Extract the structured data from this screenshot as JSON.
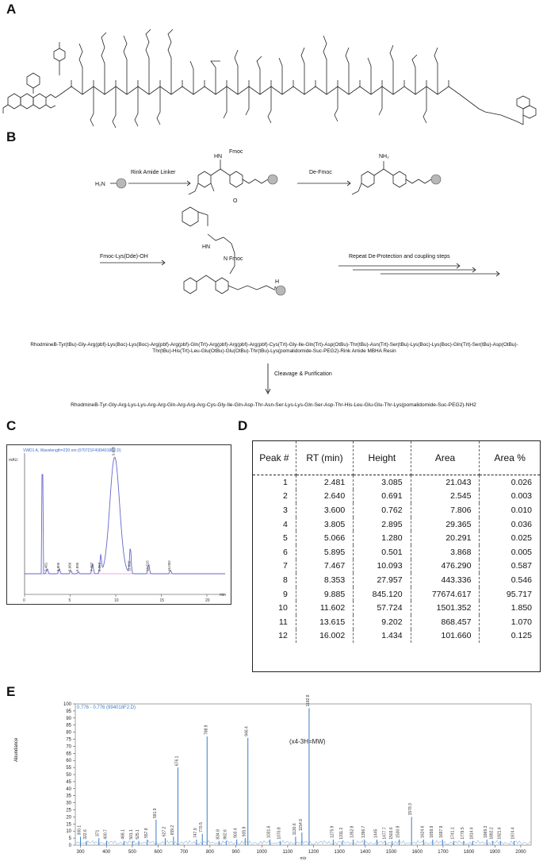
{
  "panels": {
    "a": "A",
    "b": "B",
    "c": "C",
    "d": "D",
    "e": "E"
  },
  "scheme": {
    "h2n": "H₂N",
    "rink_amide_linker": "Rink Amide Linker",
    "fmoc_1": "Fmoc",
    "hn_1": "HN",
    "de_fmoc": "De-Fmoc",
    "nh2": "NH₂",
    "fmoc_lys": "Fmoc-Lys(Dde)-OH",
    "repeat": "Repeat De-Protection and coupling steps",
    "hn_2": "HN",
    "n_fmoc": "N  Fmoc",
    "h": "H",
    "n": "N",
    "o": "O",
    "cleavage": "Cleavage & Purification",
    "protected_sequence": "RhodmineB-Tyr(tBu)-Gly-Arg(pbf)-Lys(Boc)-Lys(Boc)-Arg(pbf)-Arg(pbf)-Gln(Trt)-Arg(pbf)-Arg(pbf)-Arg(pbf)-Cys(Trt)-Gly-Ile-Gln(Trt)-Asp(OtBu)-Thr(tBu)-Asn(Trt)-Ser(tBu)-Lys(Boc)-Lys(Boc)-Gln(Trt)-Ser(tBu)-Asp(OtBu)-Thr(tBu)-His(Trt)-Leu-Glu(OtBu)-Glu(OtBu)-Thr(tBu)-Lys(pomalidomide-Suc-PEG2)-Rink Amide MBHA Resin",
    "final_sequence": "RhodmineB-Tyr-Gly-Arg-Lys-Lys-Arg-Arg-Gln-Arg-Arg-Arg-Cys-Gly-Ile-Gln-Asp-Thr-Asn-Ser-Lys-Lys-Gln-Ser-Asp-Thr-His-Leu-Glu-Glu-Thr-Lys(pomalidomide-Suc-PEG2)-NH2"
  },
  "hplc": {
    "header": "VWD1 A, Wavelength=220 nm (070721F4\\994018F2.D)",
    "yunit": "mAU",
    "xunit": "min",
    "peak_labels": [
      "2.481",
      "3.805",
      "5.066",
      "5.895",
      "7.467",
      "8.353",
      "9.885",
      "11.602",
      "13.615",
      "16.002"
    ]
  },
  "table": {
    "headers": [
      "Peak #",
      "RT (min)",
      "Height",
      "Area",
      "Area %"
    ],
    "rows": [
      [
        "1",
        "2.481",
        "3.085",
        "21.043",
        "0.026"
      ],
      [
        "2",
        "2.640",
        "0.691",
        "2.545",
        "0.003"
      ],
      [
        "3",
        "3.600",
        "0.762",
        "7.806",
        "0.010"
      ],
      [
        "4",
        "3.805",
        "2.895",
        "29.365",
        "0.036"
      ],
      [
        "5",
        "5.066",
        "1.280",
        "20.291",
        "0.025"
      ],
      [
        "6",
        "5.895",
        "0.501",
        "3.868",
        "0.005"
      ],
      [
        "7",
        "7.467",
        "10.093",
        "476.290",
        "0.587"
      ],
      [
        "8",
        "8.353",
        "27.957",
        "443.336",
        "0.546"
      ],
      [
        "9",
        "9.885",
        "845.120",
        "77674.617",
        "95.717"
      ],
      [
        "10",
        "11.602",
        "57.724",
        "1501.352",
        "1.850"
      ],
      [
        "11",
        "13.615",
        "9.202",
        "868.457",
        "1.070"
      ],
      [
        "12",
        "16.002",
        "1.434",
        "101.660",
        "0.125"
      ]
    ]
  },
  "ms": {
    "header": "0.776 - 0.776 (994018F2.D)",
    "ylabel": "Abundance",
    "xlabel": "m/z",
    "annotation": "(x4-3H=MW)",
    "yticks": [
      "0",
      "5",
      "10",
      "15",
      "20",
      "25",
      "30",
      "35",
      "40",
      "45",
      "50",
      "55",
      "60",
      "65",
      "70",
      "75",
      "80",
      "85",
      "90",
      "95",
      "100"
    ],
    "xticks": [
      "300",
      "400",
      "500",
      "600",
      "700",
      "800",
      "900",
      "1000",
      "1100",
      "1200",
      "1300",
      "1400",
      "1500",
      "1600",
      "1700",
      "1800",
      "1900",
      "2000"
    ]
  },
  "chart_data": [
    {
      "type": "line",
      "title": "VWD1 A, Wavelength=220 nm (070721F4\\994018F2.D)",
      "xlabel": "min",
      "ylabel": "mAU",
      "xlim": [
        0,
        22
      ],
      "peaks": [
        {
          "label": "2.481",
          "x": 2.481,
          "height": 3.085
        },
        {
          "label": "3.805",
          "x": 3.805,
          "height": 2.895
        },
        {
          "label": "5.066",
          "x": 5.066,
          "height": 1.28
        },
        {
          "label": "5.895",
          "x": 5.895,
          "height": 0.501
        },
        {
          "label": "7.467",
          "x": 7.467,
          "height": 10.093
        },
        {
          "label": "8.353",
          "x": 8.353,
          "height": 27.957
        },
        {
          "label": "9.885",
          "x": 9.885,
          "height": 845.12
        },
        {
          "label": "11.602",
          "x": 11.602,
          "height": 57.724
        },
        {
          "label": "13.615",
          "x": 13.615,
          "height": 9.202
        },
        {
          "label": "16.002",
          "x": 16.002,
          "height": 1.434
        }
      ]
    },
    {
      "type": "bar",
      "title": "0.776 - 0.776 (994018F2.D)",
      "xlabel": "m/z",
      "ylabel": "Abundance",
      "xlim": [
        280,
        2040
      ],
      "ylim": [
        0,
        100
      ],
      "peaks": [
        {
          "x": 300,
          "y": 6,
          "label": "300.1"
        },
        {
          "x": 322.6,
          "y": 3,
          "label": "322.6"
        },
        {
          "x": 371,
          "y": 5,
          "label": "371"
        },
        {
          "x": 400.7,
          "y": 3,
          "label": "400.7"
        },
        {
          "x": 468.1,
          "y": 3,
          "label": "468.1"
        },
        {
          "x": 501.1,
          "y": 3,
          "label": "501.1"
        },
        {
          "x": 525.1,
          "y": 3,
          "label": "525.1"
        },
        {
          "x": 557.8,
          "y": 4,
          "label": "557.8"
        },
        {
          "x": 591.9,
          "y": 18,
          "label": "591.9"
        },
        {
          "x": 627.2,
          "y": 5,
          "label": "627.2"
        },
        {
          "x": 659.2,
          "y": 6,
          "label": "659.2"
        },
        {
          "x": 676.1,
          "y": 55,
          "label": "676.1"
        },
        {
          "x": 747.9,
          "y": 4,
          "label": "747.9"
        },
        {
          "x": 770.5,
          "y": 8,
          "label": "770.5"
        },
        {
          "x": 788.9,
          "y": 77,
          "label": "788.9"
        },
        {
          "x": 834.8,
          "y": 3,
          "label": "834.8"
        },
        {
          "x": 862.6,
          "y": 3,
          "label": "862.6"
        },
        {
          "x": 903.4,
          "y": 4,
          "label": "903.4"
        },
        {
          "x": 935.9,
          "y": 5,
          "label": "935.9"
        },
        {
          "x": 946.4,
          "y": 76,
          "label": "946.4"
        },
        {
          "x": 1031.6,
          "y": 4,
          "label": "1031.6"
        },
        {
          "x": 1070.8,
          "y": 3,
          "label": "1070.8"
        },
        {
          "x": 1130.6,
          "y": 6,
          "label": "1130.6"
        },
        {
          "x": 1154.9,
          "y": 9,
          "label": "1154.9"
        },
        {
          "x": 1182.8,
          "y": 97,
          "label": "1182.8"
        },
        {
          "x": 1275.9,
          "y": 4,
          "label": "1275.9"
        },
        {
          "x": 1311.2,
          "y": 3,
          "label": "1311.2"
        },
        {
          "x": 1352.8,
          "y": 4,
          "label": "1352.8"
        },
        {
          "x": 1396.7,
          "y": 4,
          "label": "1396.7"
        },
        {
          "x": 1445,
          "y": 4,
          "label": "1445"
        },
        {
          "x": 1477.7,
          "y": 3,
          "label": "1477.7"
        },
        {
          "x": 1503.6,
          "y": 3,
          "label": "1503.6"
        },
        {
          "x": 1530.9,
          "y": 4,
          "label": "1530.9"
        },
        {
          "x": 1578.3,
          "y": 20,
          "label": "1578.3"
        },
        {
          "x": 1624.6,
          "y": 4,
          "label": "1624.6"
        },
        {
          "x": 1659.9,
          "y": 4,
          "label": "1659.9"
        },
        {
          "x": 1697.9,
          "y": 4,
          "label": "1697.9"
        },
        {
          "x": 1741.1,
          "y": 3,
          "label": "1741.1"
        },
        {
          "x": 1779.5,
          "y": 3,
          "label": "1779.5"
        },
        {
          "x": 1814.4,
          "y": 3,
          "label": "1814.4"
        },
        {
          "x": 1869.3,
          "y": 4,
          "label": "1869.3"
        },
        {
          "x": 1892.2,
          "y": 3,
          "label": "1892.2"
        },
        {
          "x": 1921.6,
          "y": 3,
          "label": "1921.6"
        },
        {
          "x": 1974.4,
          "y": 3,
          "label": "1974.4"
        }
      ]
    }
  ]
}
